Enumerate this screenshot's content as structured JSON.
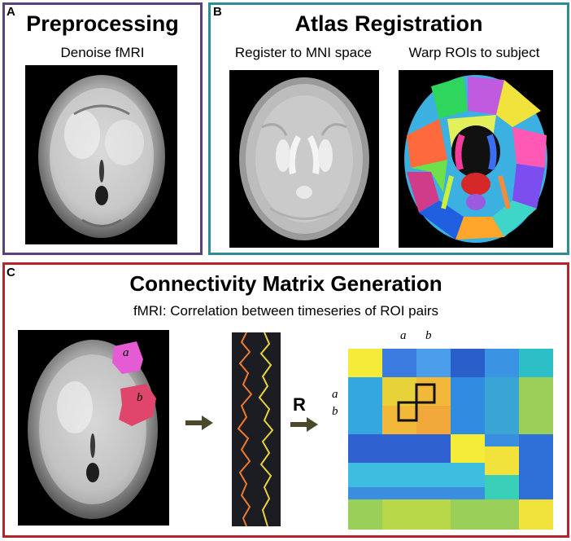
{
  "panels": {
    "a": {
      "letter": "A",
      "title": "Preprocessing",
      "caption": "Denoise fMRI",
      "border_color": "#5b3f7e"
    },
    "b": {
      "letter": "B",
      "title": "Atlas Registration",
      "caption_left": "Register to MNI space",
      "caption_right": "Warp ROIs to subject",
      "border_color": "#2d8c94"
    },
    "c": {
      "letter": "C",
      "title": "Connectivity Matrix Generation",
      "caption": "fMRI: Correlation between timeseries of ROI pairs",
      "border_color": "#b8222b",
      "roi_a_label": "a",
      "roi_b_label": "b",
      "r_label": "R",
      "matrix_col_a": "a",
      "matrix_col_b": "b",
      "matrix_row_a": "a",
      "matrix_row_b": "b",
      "roi_a_color": "#e55bd3",
      "roi_b_color": "#e0466b"
    }
  }
}
